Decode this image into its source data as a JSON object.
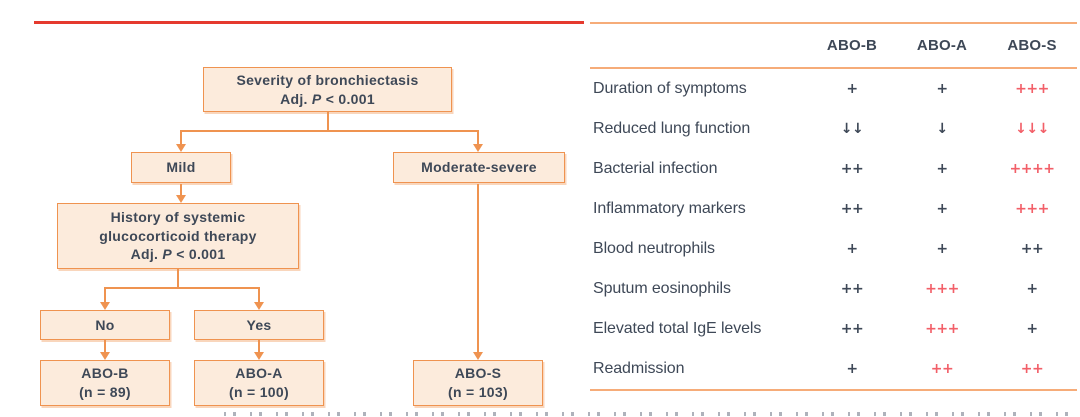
{
  "colors": {
    "accent_orange": "#ef9350",
    "table_rule_orange": "#f6ac79",
    "box_fill_peach": "#fcebdc",
    "text_dark_slate": "#3e4857",
    "top_rule_red": "#e53a2e",
    "value_red": "#f25f68"
  },
  "flowchart": {
    "severity": {
      "line1": "Severity of bronchiectasis",
      "adj_prefix": "Adj. ",
      "p": "P",
      "p_rest": " < 0.001"
    },
    "mild_label": "Mild",
    "moderate_severe_label": "Moderate-severe",
    "history": {
      "line1": "History of systemic",
      "line2": "glucocorticoid therapy",
      "adj_prefix": "Adj. ",
      "p": "P",
      "p_rest": " < 0.001"
    },
    "no_label": "No",
    "yes_label": "Yes",
    "abo_b": {
      "name": "ABO-B",
      "n": "(n = 89)"
    },
    "abo_a": {
      "name": "ABO-A",
      "n": "(n = 100)"
    },
    "abo_s": {
      "name": "ABO-S",
      "n": "(n = 103)"
    }
  },
  "table": {
    "headers": [
      "ABO-B",
      "ABO-A",
      "ABO-S"
    ],
    "rows": [
      {
        "label": "Duration of symptoms",
        "values": [
          {
            "text": "+",
            "tone": "dark"
          },
          {
            "text": "+",
            "tone": "dark"
          },
          {
            "text": "+++",
            "tone": "red"
          }
        ]
      },
      {
        "label": "Reduced lung function",
        "values": [
          {
            "text": "↓↓",
            "tone": "dark"
          },
          {
            "text": "↓",
            "tone": "dark"
          },
          {
            "text": "↓↓↓",
            "tone": "red"
          }
        ]
      },
      {
        "label": "Bacterial infection",
        "values": [
          {
            "text": "++",
            "tone": "dark"
          },
          {
            "text": "+",
            "tone": "dark"
          },
          {
            "text": "++++",
            "tone": "red"
          }
        ]
      },
      {
        "label": "Inflammatory markers",
        "values": [
          {
            "text": "++",
            "tone": "dark"
          },
          {
            "text": "+",
            "tone": "dark"
          },
          {
            "text": "+++",
            "tone": "red"
          }
        ]
      },
      {
        "label": "Blood neutrophils",
        "values": [
          {
            "text": "+",
            "tone": "dark"
          },
          {
            "text": "+",
            "tone": "dark"
          },
          {
            "text": "++",
            "tone": "dark"
          }
        ]
      },
      {
        "label": "Sputum eosinophils",
        "values": [
          {
            "text": "++",
            "tone": "dark"
          },
          {
            "text": "+++",
            "tone": "red"
          },
          {
            "text": "+",
            "tone": "dark"
          }
        ]
      },
      {
        "label": "Elevated total IgE levels",
        "values": [
          {
            "text": "++",
            "tone": "dark"
          },
          {
            "text": "+++",
            "tone": "red"
          },
          {
            "text": "+",
            "tone": "dark"
          }
        ]
      },
      {
        "label": "Readmission",
        "values": [
          {
            "text": "+",
            "tone": "dark"
          },
          {
            "text": "++",
            "tone": "red"
          },
          {
            "text": "++",
            "tone": "red"
          }
        ]
      }
    ]
  }
}
